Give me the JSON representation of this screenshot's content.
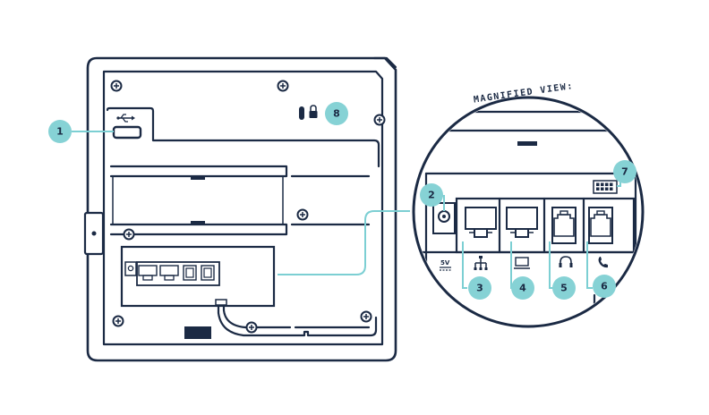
{
  "caption": "MAGNIFIED VIEW:",
  "power_label": "5V",
  "callouts": [
    {
      "num": "1",
      "part": "usb-port"
    },
    {
      "num": "2",
      "part": "power-port"
    },
    {
      "num": "3",
      "part": "network-port"
    },
    {
      "num": "4",
      "part": "pc-port"
    },
    {
      "num": "5",
      "part": "headset-port"
    },
    {
      "num": "6",
      "part": "handset-port"
    },
    {
      "num": "7",
      "part": "expansion-port"
    },
    {
      "num": "8",
      "part": "security-lock-slot"
    }
  ],
  "colors": {
    "outline": "#1b2a44",
    "accent": "#86d2d5",
    "connector": "#7ccfd3"
  }
}
